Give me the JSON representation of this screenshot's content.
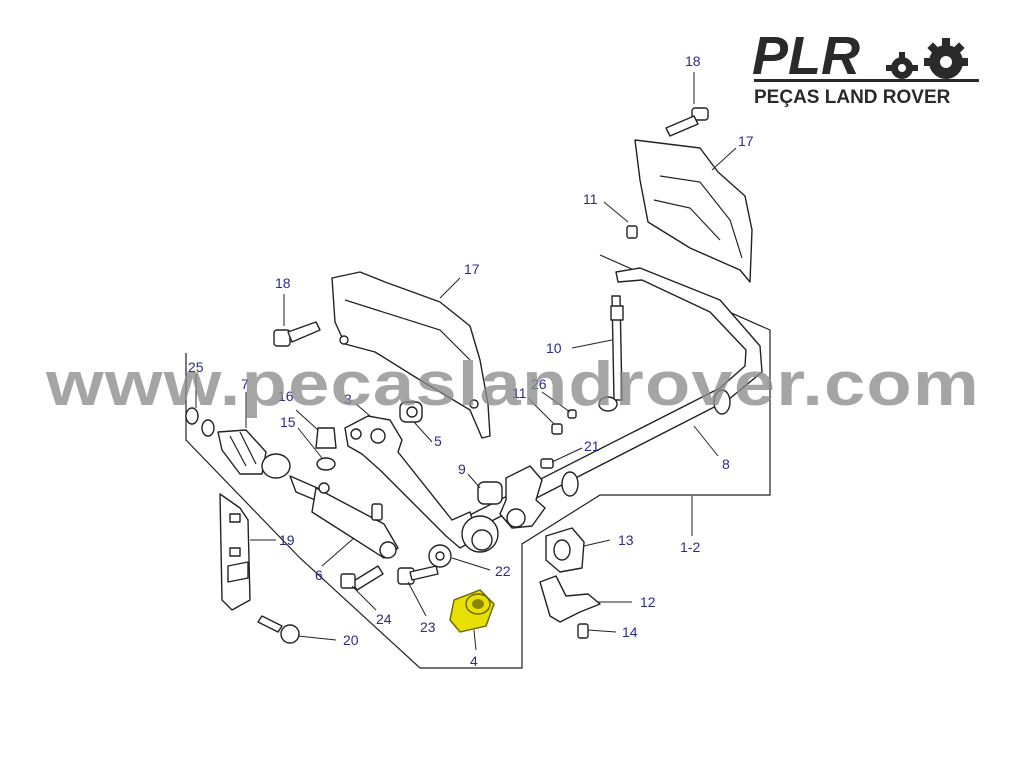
{
  "logo": {
    "brand": "PLR",
    "tagline": "PEÇAS LAND ROVER"
  },
  "watermark": "www.pecaslandrover.com",
  "highlight_color": "#e8e000",
  "callouts": {
    "c18a": "18",
    "c17a": "17",
    "c11a": "11",
    "c17b": "17",
    "c18b": "18",
    "c10": "10",
    "c25": "25",
    "c7": "7",
    "c16": "16",
    "c15": "15",
    "c3": "3",
    "c5": "5",
    "c11b": "11",
    "c26": "26",
    "c21": "21",
    "c8": "8",
    "c9": "9",
    "c19": "19",
    "c6": "6",
    "c22": "22",
    "c13": "13",
    "c12": "12",
    "c14": "14",
    "c1_2": "1-2",
    "c24": "24",
    "c23": "23",
    "c20": "20",
    "c4": "4"
  }
}
